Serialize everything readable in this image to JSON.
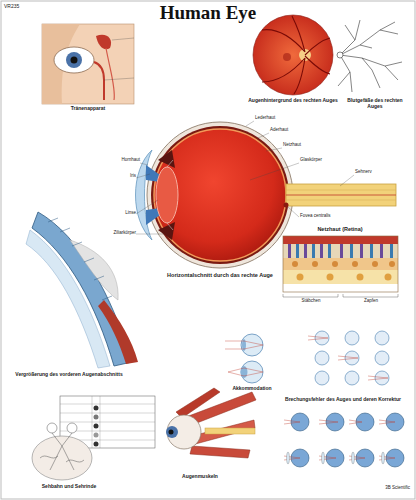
{
  "diagram": {
    "title": "Human Eye",
    "labels": [
      "VR235",
      "Tränenapparat",
      "Augenhintergrund des rechten Auges",
      "Blutgefäße des rechten Auges",
      "Horizontalschnitt durch das rechte Auge",
      "Netzhaut (Retina)",
      "Vergrößerung des vorderen Augenabschnitts",
      "Akkommodation",
      "Augenmuskeln",
      "Sehbahn und Sehrinde",
      "Brechungsfehler des Auges und deren Korrektur",
      "Hornhaut",
      "Iris",
      "Linse",
      "Ziliarkörper",
      "Lederhaut",
      "Aderhaut",
      "Netzhaut",
      "Glaskörper",
      "Sehnerv",
      "Fovea centralis",
      "Stäbchen",
      "Zapfen",
      "3B Scientific"
    ]
  }
}
